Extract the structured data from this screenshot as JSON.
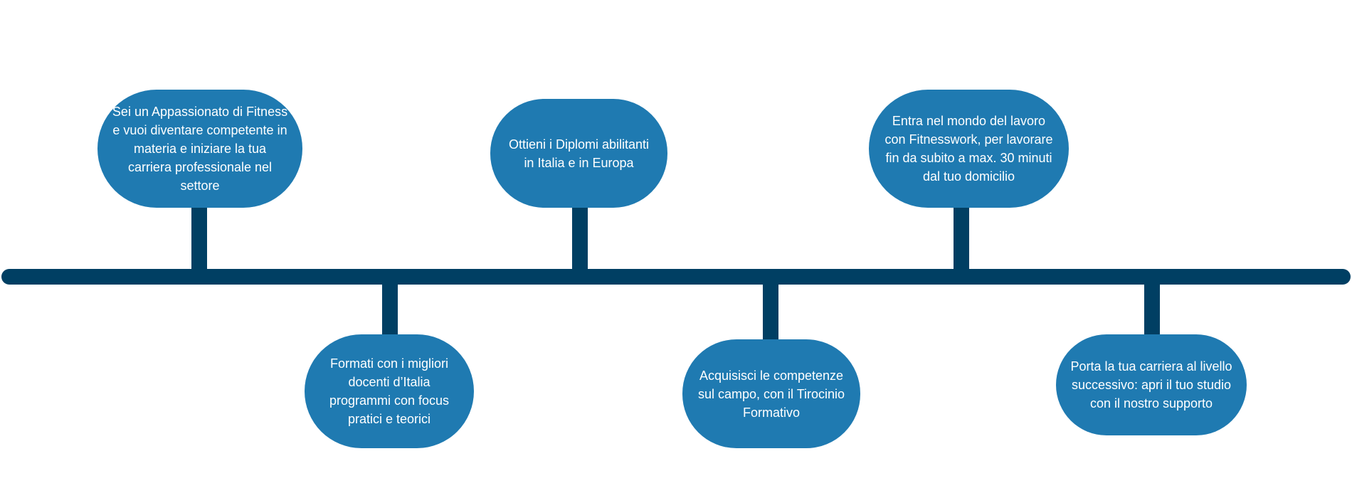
{
  "colors": {
    "axis": "#003f63",
    "stem": "#003f63",
    "bubble": "#1f7ab1",
    "text": "#ffffff"
  },
  "milestones": [
    {
      "text": "Sei un Appassionato di Fitness e vuoi diventare competente in materia e iniziare la tua carriera professionale nel settore",
      "position": "above"
    },
    {
      "text": "Formati con i migliori docenti d’Italia programmi con focus pratici e teorici",
      "position": "below"
    },
    {
      "text": "Ottieni i Diplomi abilitanti in Italia e in Europa",
      "position": "above"
    },
    {
      "text": "Acquisisci le competenze sul campo, con il Tirocinio Formativo",
      "position": "below"
    },
    {
      "text": "Entra nel mondo del lavoro con Fitnesswork, per lavorare fin da subito a max. 30 minuti dal tuo domicilio",
      "position": "above"
    },
    {
      "text": "Porta la tua carriera al livello successivo: apri il tuo studio con il nostro supporto",
      "position": "below"
    }
  ]
}
